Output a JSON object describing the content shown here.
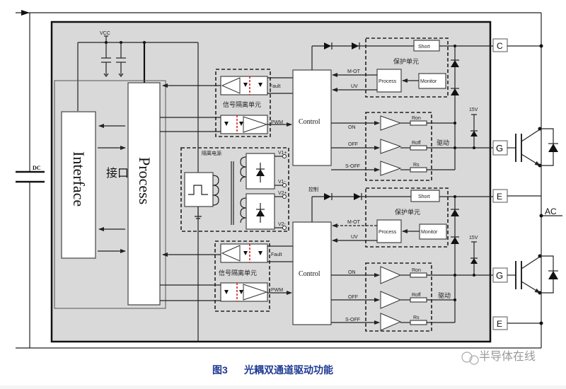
{
  "diagram": {
    "dc_label": "DC",
    "ac_label": "AC",
    "vcc_label": "VCC",
    "interface_label": "Interface",
    "interface_cn_label": "接口",
    "process_label": "Process",
    "isolation_power_label": "隔离电源",
    "v1_plus": "V1+",
    "v1_minus": "V1-",
    "v2_plus": "V2+",
    "v2_minus": "V2-",
    "control_cn_label": "控制",
    "channels": [
      {
        "signal_iso_label": "信号隔离单元",
        "fault_label": "Fault",
        "pwm_label": "PWM",
        "control_label": "Control",
        "protection_label": "保护单元",
        "short_label": "Short",
        "process_label": "Process",
        "monitor_label": "Monitor",
        "mot_label": "M-OT",
        "uv_label": "UV",
        "on_label": "ON",
        "off_label": "OFF",
        "soff_label": "S-OFF",
        "ron_label": "Ron",
        "roff_label": "Roff",
        "rs_label": "Rs",
        "drive_label": "驱动",
        "zener_label": "15V",
        "term_top": "C",
        "term_gate": "G",
        "term_bottom": "E"
      },
      {
        "signal_iso_label": "信号隔离单元",
        "fault_label": "Fault",
        "pwm_label": "PWM",
        "control_label": "Control",
        "protection_label": "保护单元",
        "short_label": "Short",
        "process_label": "Process",
        "monitor_label": "Monitor",
        "mot_label": "M-OT",
        "uv_label": "UV",
        "on_label": "ON",
        "off_label": "OFF",
        "soff_label": "S-OFF",
        "ron_label": "Ron",
        "roff_label": "Roff",
        "rs_label": "Rs",
        "drive_label": "驱动",
        "zener_label": "15V",
        "term_top": "E",
        "term_gate": "G",
        "term_bottom": "E"
      }
    ]
  },
  "caption": {
    "figure_no": "图3",
    "title": "光耦双通道驱动功能"
  },
  "watermark": {
    "text": "半导体在线"
  },
  "colors": {
    "panel_bg": "#d9d9d9",
    "caption": "#1f3a93",
    "isolation_barrier": "#e02020"
  }
}
